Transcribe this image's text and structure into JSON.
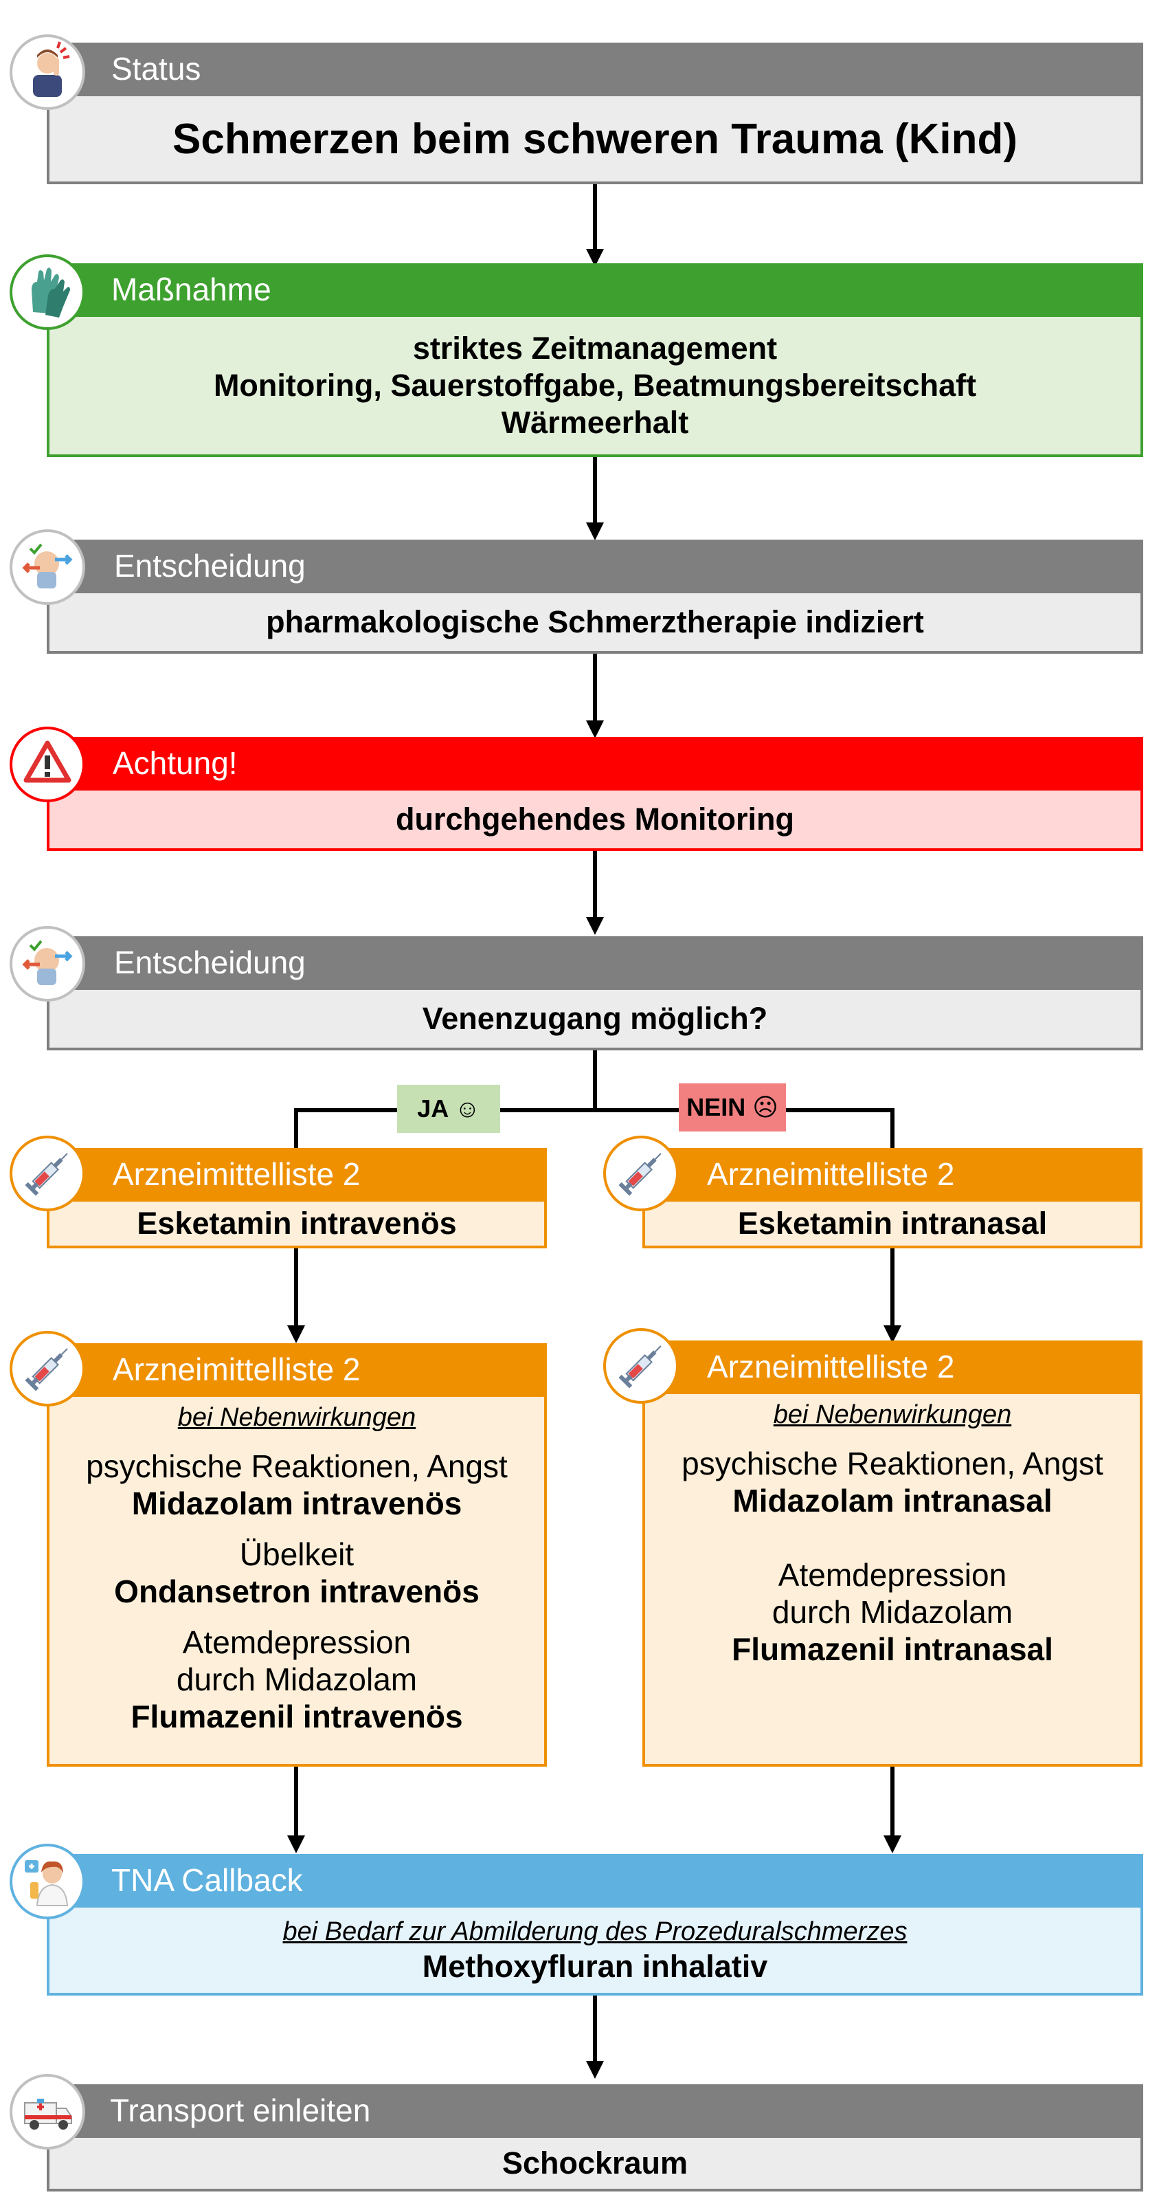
{
  "status": {
    "label": "Status",
    "title": "Schmerzen beim schweren Trauma (Kind)"
  },
  "measure": {
    "label": "Maßnahme",
    "lines": [
      "striktes Zeitmanagement",
      "Monitoring, Sauerstoffgabe, Beatmungsbereitschaft",
      "Wärmeerhalt"
    ]
  },
  "decision1": {
    "label": "Entscheidung",
    "text": "pharmakologische Schmerztherapie indiziert"
  },
  "warning": {
    "label": "Achtung!",
    "text": "durchgehendes Monitoring"
  },
  "decision2": {
    "label": "Entscheidung",
    "text": "Venenzugang möglich?"
  },
  "branch": {
    "yes": "JA ☺",
    "no": "NEIN ☹"
  },
  "left_drug": {
    "label": "Arzneimittelliste 2",
    "text": "Esketamin intravenös"
  },
  "right_drug": {
    "label": "Arzneimittelliste 2",
    "text": "Esketamin intranasal"
  },
  "left_side": {
    "label": "Arzneimittelliste 2",
    "note": "bei Nebenwirkungen",
    "r1": "psychische Reaktionen, Angst",
    "d1": "Midazolam intravenös",
    "r2": "Übelkeit",
    "d2": "Ondansetron intravenös",
    "r3a": "Atemdepression",
    "r3b": "durch Midazolam",
    "d3": "Flumazenil intravenös"
  },
  "right_side": {
    "label": "Arzneimittelliste 2",
    "note": "bei Nebenwirkungen",
    "r1": "psychische Reaktionen, Angst",
    "d1": "Midazolam intranasal",
    "r3a": "Atemdepression",
    "r3b": "durch Midazolam",
    "d3": "Flumazenil intranasal"
  },
  "tna": {
    "label": "TNA Callback",
    "note": "bei Bedarf zur Abmilderung des Prozeduralschmerzes",
    "text": "Methoxyfluran inhalativ"
  },
  "transport": {
    "label": "Transport einleiten",
    "text": "Schockraum"
  },
  "colors": {
    "grey": "#7f7f7f",
    "green": "#3ea12f",
    "red": "#ff0000",
    "orange": "#ef9000",
    "blue": "#5fb2e0",
    "yes_tag": "#c6e0b4",
    "no_tag": "#f28080"
  },
  "icons": {
    "status": "person-headache-icon",
    "measure": "gloves-icon",
    "decision": "decision-arrows-icon",
    "warning": "warning-triangle-icon",
    "drug": "syringe-icon",
    "tna": "doctor-icon",
    "transport": "ambulance-icon"
  }
}
